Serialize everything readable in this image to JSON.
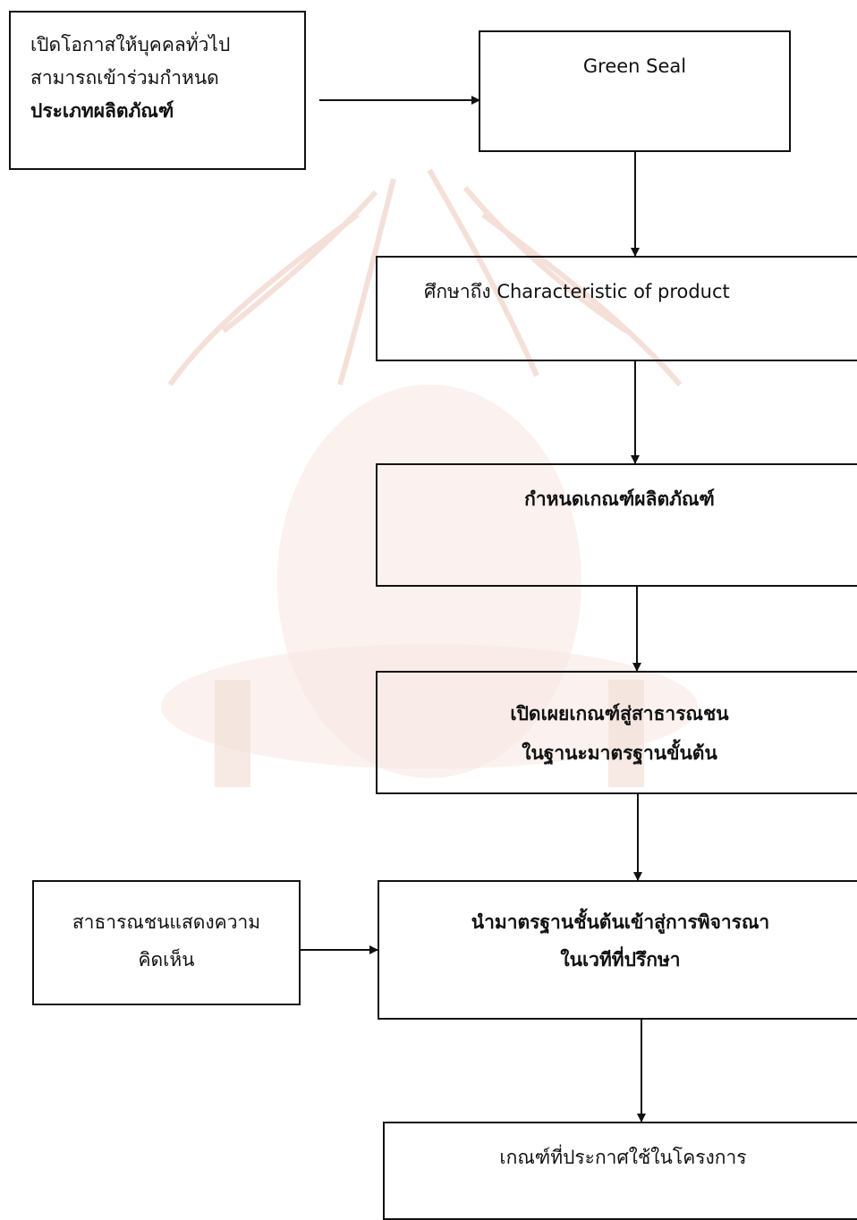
{
  "diagram": {
    "side_note_top": {
      "lines": [
        "เปิดโอกาสให้บุคคลทั่วไป",
        "สามารถเข้าร่วมกำหนด",
        "ประเภทผลิตภัณฑ์"
      ]
    },
    "steps": [
      {
        "lines": [
          "Green Seal"
        ]
      },
      {
        "lines": [
          "ศึกษาถึง Characteristic of product"
        ]
      },
      {
        "lines": [
          "กำหนดเกณฑ์ผลิตภัณฑ์"
        ]
      },
      {
        "lines": [
          "เปิดเผยเกณฑ์สู่สาธารณชน",
          "ในฐานะมาตรฐานขั้นต้น"
        ]
      },
      {
        "lines": [
          "นำมาตรฐานชั้นต้นเข้าสู่การพิจารณา",
          "ในเวทีที่ปรึกษา"
        ]
      },
      {
        "lines": [
          "เกณฑ์ที่ประกาศใช้ในโครงการ"
        ]
      }
    ],
    "side_note_bottom": {
      "lines": [
        "สาธารณชนแสดงความ",
        "คิดเห็น"
      ]
    }
  }
}
